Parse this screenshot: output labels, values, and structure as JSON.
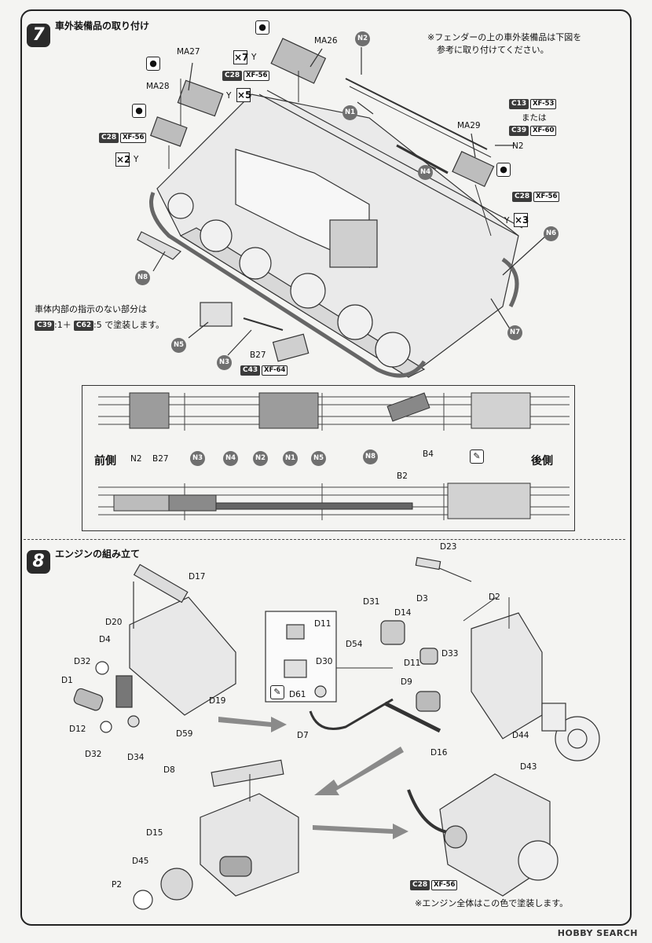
{
  "step7": {
    "number": "7",
    "title": "車外装備品の取り付け",
    "note_top": [
      "※フェンダーの上の車外装備品は下図を",
      "参考に取り付けてください。"
    ],
    "note_inside": [
      "車体内部の指示のない部分は",
      ":1＋",
      ":5  で塗装します。"
    ],
    "mix_a": "C39",
    "mix_b": "C62",
    "mult_7": "×7",
    "mult_5": "×5",
    "mult_2": "×2",
    "mult_3": "×3",
    "or_text": "または",
    "y": "Y",
    "parts": [
      "MA27",
      "MA26",
      "MA28",
      "MA29",
      "N2",
      "N1",
      "N4",
      "N6",
      "N8",
      "N5",
      "N3",
      "N7",
      "B27"
    ],
    "paints": {
      "c28": "C28",
      "xf56": "XF-56",
      "c13": "C13",
      "xf53": "XF-53",
      "c39": "C39",
      "xf60": "XF-60",
      "c43": "C43",
      "xf64": "XF-64"
    },
    "diagram": {
      "front": "前側",
      "rear": "後側",
      "labels_top": [
        "N2",
        "B27",
        "N3",
        "N4",
        "N2",
        "N1",
        "N5",
        "N8",
        "B4",
        "B2"
      ]
    }
  },
  "step8": {
    "number": "8",
    "title": "エンジンの組み立て",
    "note_bottom": "※エンジン全体はこの色で塗装します。",
    "parts": [
      "D17",
      "D20",
      "D4",
      "D32",
      "D1",
      "D12",
      "D32",
      "D34",
      "D59",
      "D19",
      "D11",
      "D30",
      "D61",
      "D7",
      "D31",
      "D54",
      "D14",
      "D3",
      "D23",
      "D2",
      "D33",
      "D11",
      "D9",
      "D16",
      "D44",
      "D43",
      "D8",
      "D15",
      "D45",
      "P2"
    ],
    "paint": {
      "c28": "C28",
      "xf56": "XF-56"
    }
  },
  "watermark": "HOBBY SEARCH"
}
